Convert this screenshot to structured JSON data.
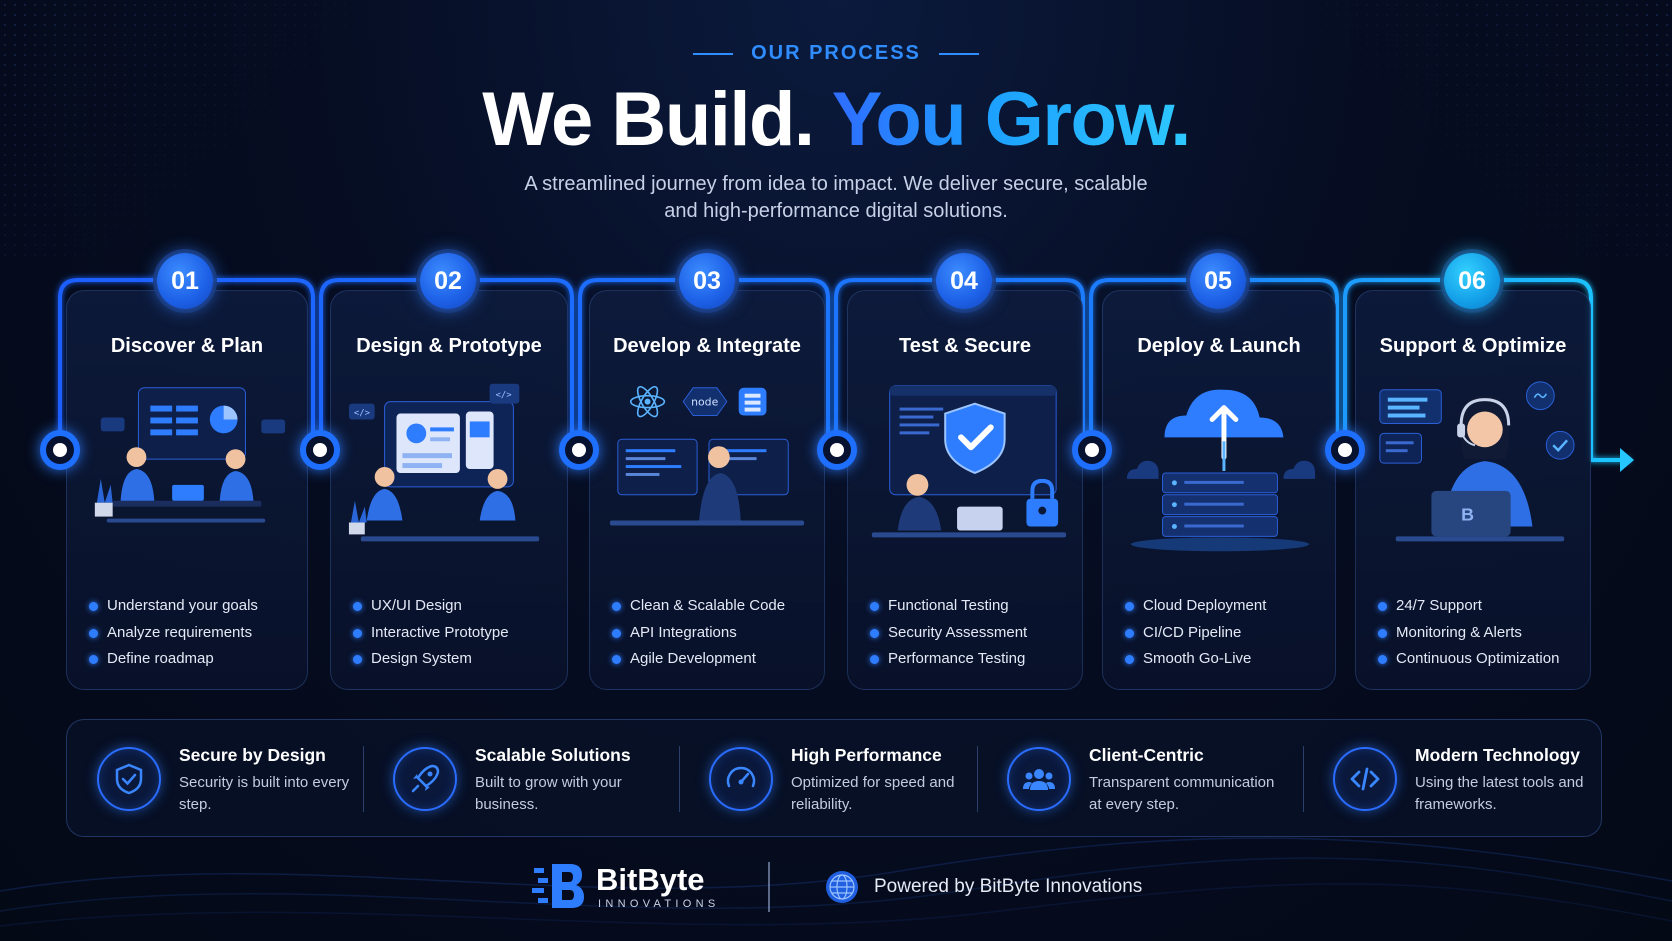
{
  "header": {
    "eyebrow": "OUR PROCESS",
    "title_part1": "We Build.",
    "title_part2": "You Grow.",
    "subtitle_line1": "A streamlined journey from idea to impact. We deliver secure, scalable",
    "subtitle_line2": "and high-performance digital solutions."
  },
  "colors": {
    "accent_blue": "#1f6fff",
    "accent_cyan": "#1ebcff",
    "background": "#060d22"
  },
  "steps": [
    {
      "number": "01",
      "title": "Discover & Plan",
      "icon": "team-planning-illustration",
      "bullets": [
        "Understand your goals",
        "Analyze requirements",
        "Define roadmap"
      ]
    },
    {
      "number": "02",
      "title": "Design & Prototype",
      "icon": "design-prototype-illustration",
      "tag": "</>",
      "bullets": [
        "UX/UI Design",
        "Interactive Prototype",
        "Design System"
      ]
    },
    {
      "number": "03",
      "title": "Develop & Integrate",
      "icon": "developer-illustration",
      "tag": "node",
      "bullets": [
        "Clean & Scalable Code",
        "API Integrations",
        "Agile Development"
      ]
    },
    {
      "number": "04",
      "title": "Test & Secure",
      "icon": "shield-check-illustration",
      "bullets": [
        "Functional Testing",
        "Security Assessment",
        "Performance Testing"
      ]
    },
    {
      "number": "05",
      "title": "Deploy & Launch",
      "icon": "cloud-server-illustration",
      "bullets": [
        "Cloud Deployment",
        "CI/CD Pipeline",
        "Smooth Go-Live"
      ]
    },
    {
      "number": "06",
      "title": "Support & Optimize",
      "icon": "support-agent-illustration",
      "logo_letter": "B",
      "bullets": [
        "24/7 Support",
        "Monitoring & Alerts",
        "Continuous Optimization"
      ]
    }
  ],
  "features": [
    {
      "title": "Secure by Design",
      "desc": "Security is built into every step.",
      "icon": "shield-check-icon"
    },
    {
      "title": "Scalable Solutions",
      "desc": "Built to grow with your business.",
      "icon": "rocket-icon"
    },
    {
      "title": "High Performance",
      "desc": "Optimized for speed and reliability.",
      "icon": "speedometer-icon"
    },
    {
      "title": "Client-Centric",
      "desc": "Transparent communication at every step.",
      "icon": "users-icon"
    },
    {
      "title": "Modern Technology",
      "desc": "Using the latest tools and frameworks.",
      "icon": "code-icon"
    }
  ],
  "footer": {
    "brand_name": "BitByte",
    "brand_sub": "INNOVATIONS",
    "powered_by": "Powered by BitByte Innovations"
  }
}
